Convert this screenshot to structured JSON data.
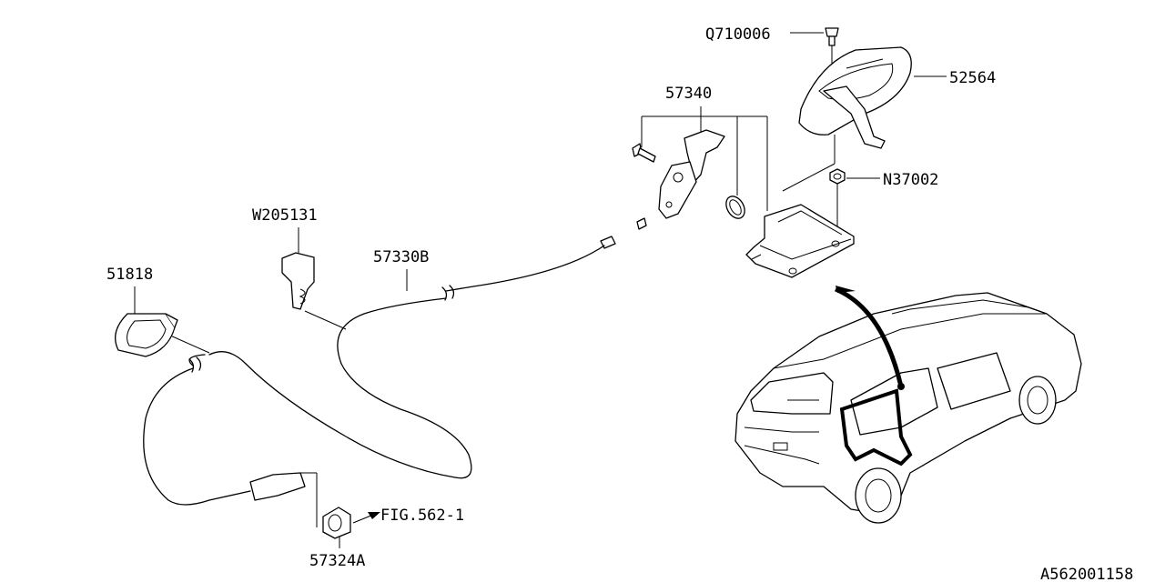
{
  "labels": {
    "fastener_bolt": "Q710006",
    "lever_cover": "52564",
    "opener_lever_assy": "57340",
    "nut": "N37002",
    "clip": "W205131",
    "cable_front": "57330B",
    "lid_frame": "51818",
    "lid_lock": "57324A",
    "fig_reference": "FIG.562-1",
    "diagram_code": "A562001158"
  }
}
